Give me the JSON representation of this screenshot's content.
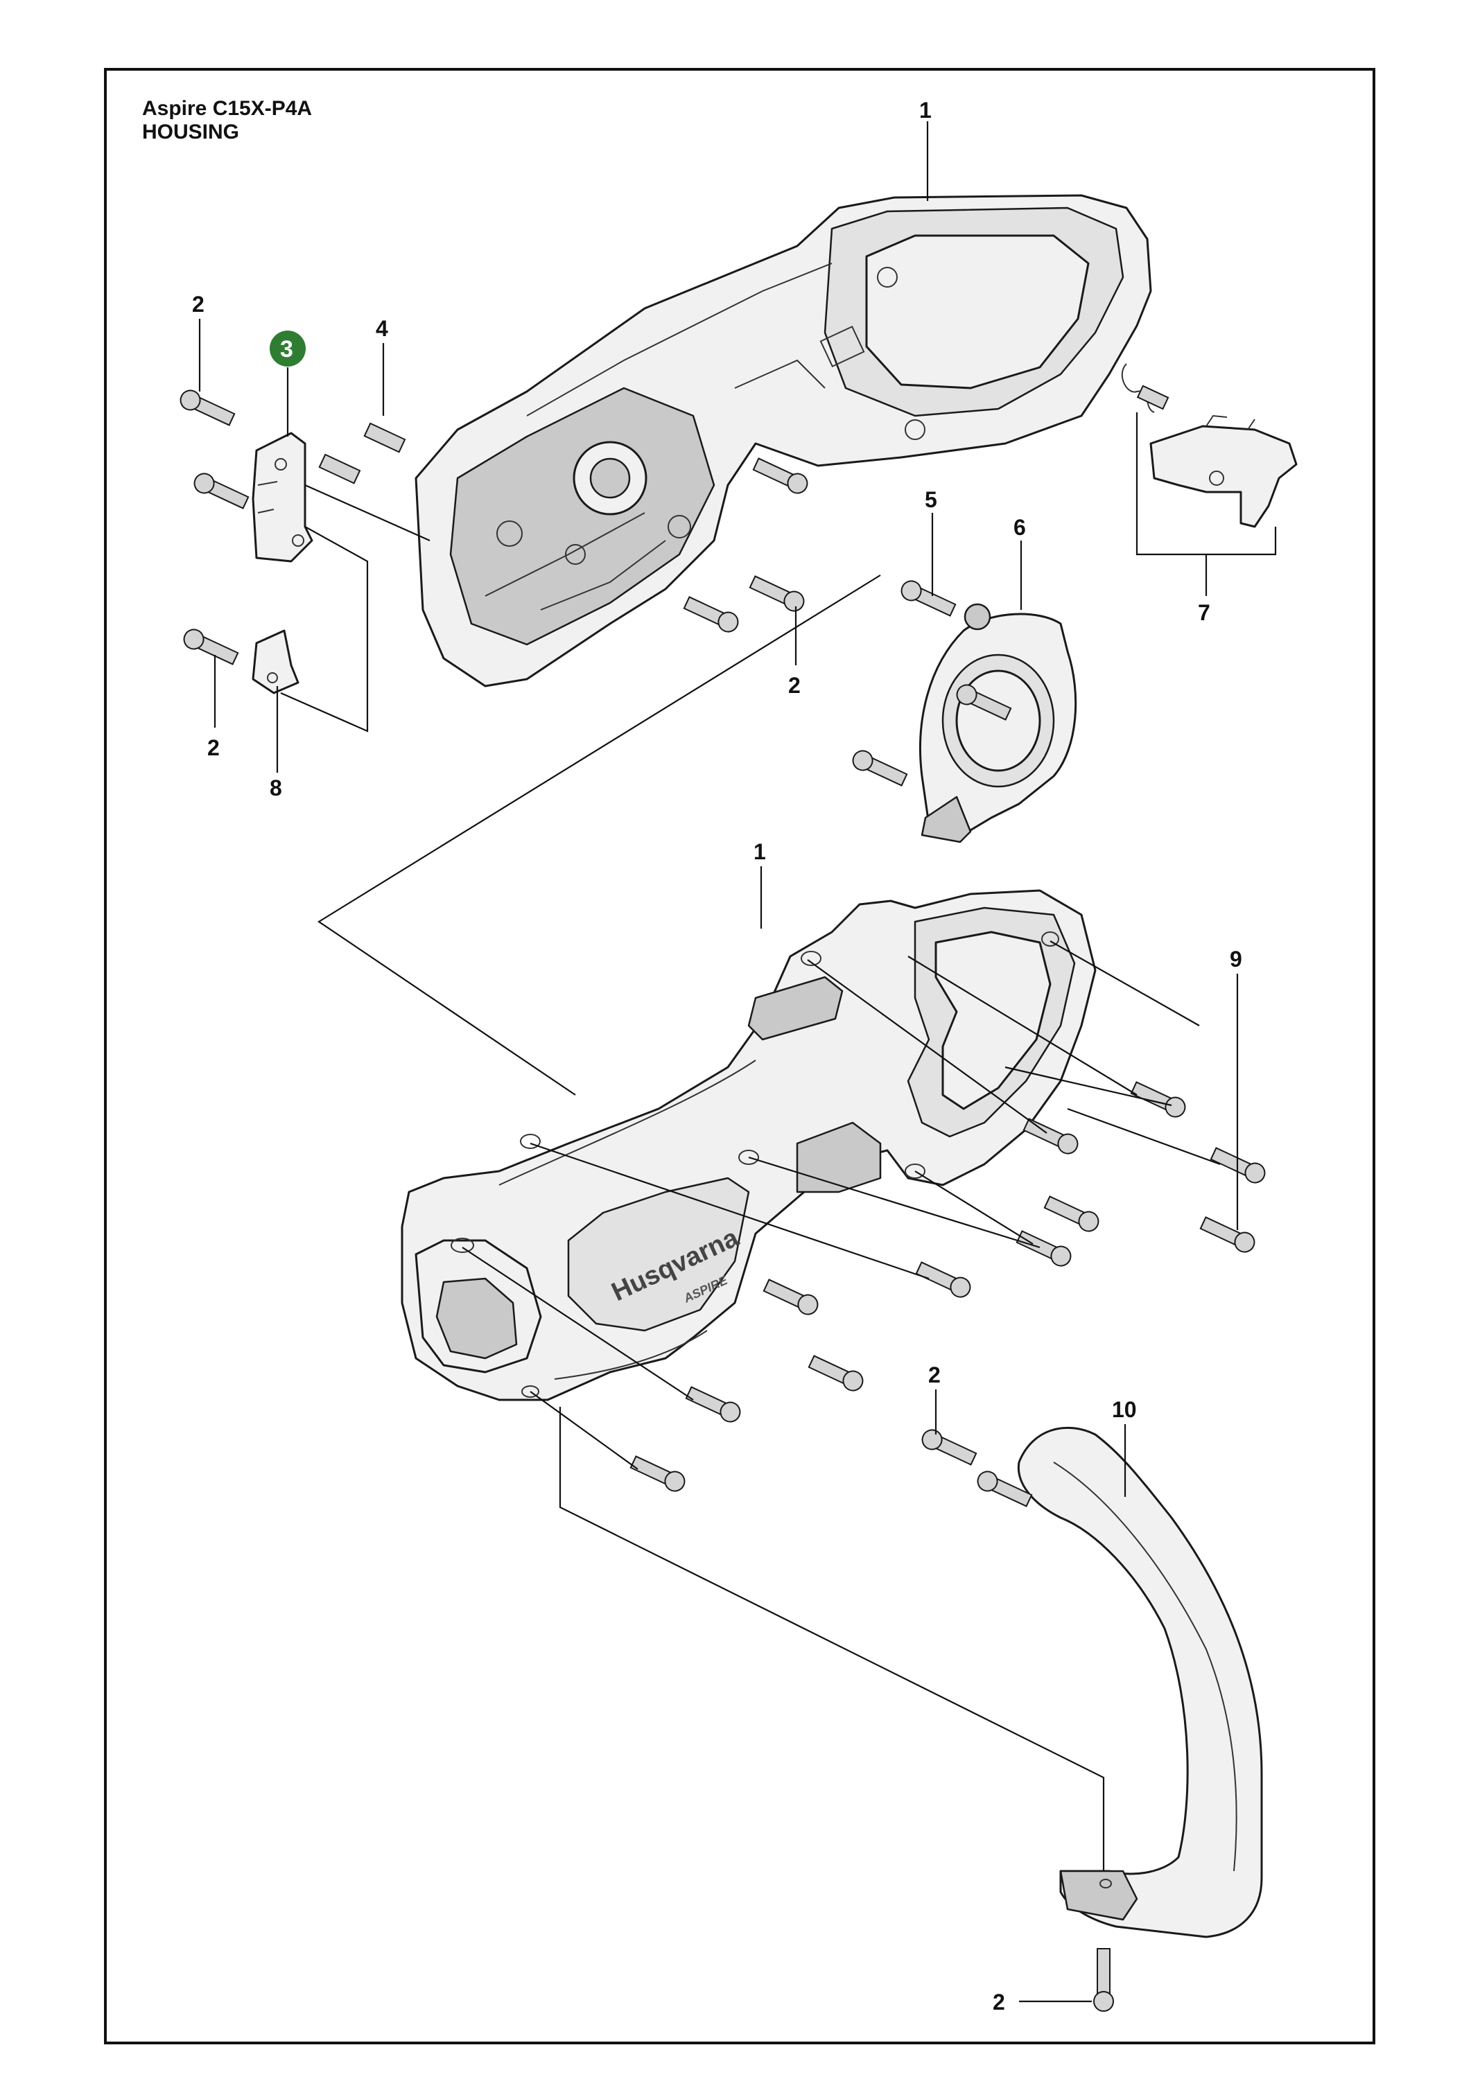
{
  "header": {
    "model": "Aspire C15X-P4A",
    "section": "HOUSING"
  },
  "callouts": [
    {
      "id": "c1a",
      "label": "1"
    },
    {
      "id": "c2a",
      "label": "2"
    },
    {
      "id": "c3",
      "label": "3",
      "highlighted": true,
      "color": "#2e7d32"
    },
    {
      "id": "c4",
      "label": "4"
    },
    {
      "id": "c5",
      "label": "5"
    },
    {
      "id": "c6",
      "label": "6"
    },
    {
      "id": "c7",
      "label": "7"
    },
    {
      "id": "c2b",
      "label": "2"
    },
    {
      "id": "c2c",
      "label": "2"
    },
    {
      "id": "c8",
      "label": "8"
    },
    {
      "id": "c1b",
      "label": "1"
    },
    {
      "id": "c9",
      "label": "9"
    },
    {
      "id": "c2d",
      "label": "2"
    },
    {
      "id": "c10",
      "label": "10"
    },
    {
      "id": "c2e",
      "label": "2"
    }
  ],
  "branding": {
    "logo_text": "Husqvarna",
    "logo_sub": "ASPIRE"
  },
  "colors": {
    "highlight": "#2e7d32",
    "line": "#111111",
    "background": "#ffffff"
  }
}
